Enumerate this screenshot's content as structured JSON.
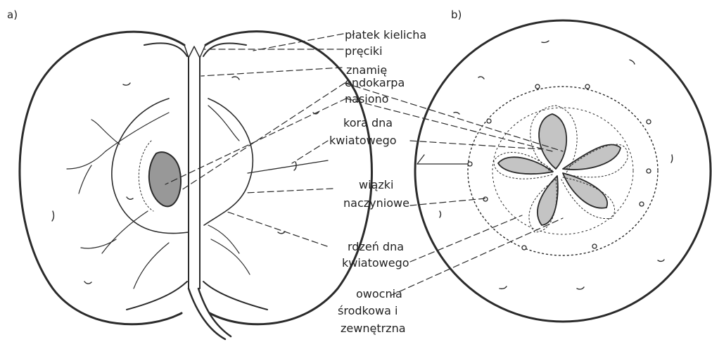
{
  "panels": {
    "a": "a)",
    "b": "b)"
  },
  "labels": {
    "platek_kielicha": "płatek kielicha",
    "preciki": "pręciki",
    "znamie": "znamię",
    "endokarpa": "endokarpa",
    "nasiono": "nasiono",
    "kora_dna_1": "kora dna",
    "kora_dna_2": "kwiatowego",
    "wiazki_1": "wiązki",
    "wiazki_2": "naczyniowe",
    "rdzen_1": "rdzeń dna",
    "rdzen_2": "kwiatowego",
    "owocnia_1": "owocnia",
    "owocnia_2": "środkowa i",
    "owocnia_3": "zewnętrzna"
  },
  "colors": {
    "ink": "#2b2b2b",
    "background": "#ffffff"
  }
}
